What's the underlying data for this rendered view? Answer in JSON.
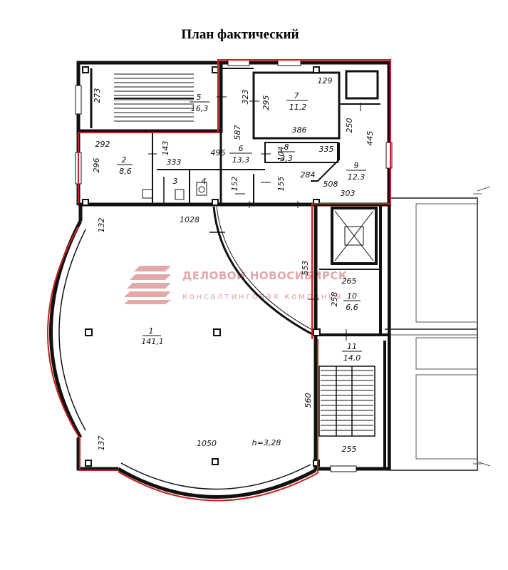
{
  "title": "План фактический",
  "watermark": {
    "line1": "ДЕЛОВОЙ НОВОСИБИРСК",
    "line2": "консалтинговая компания",
    "color": "#e3a9a9"
  },
  "highlight_color": "#cc1f1f",
  "rooms": [
    {
      "no": "1",
      "area": "141,1"
    },
    {
      "no": "2",
      "area": "8,6"
    },
    {
      "no": "3",
      "area": ""
    },
    {
      "no": "4",
      "area": ""
    },
    {
      "no": "5",
      "area": "16,3"
    },
    {
      "no": "6",
      "area": "13,3"
    },
    {
      "no": "7",
      "area": "11,2"
    },
    {
      "no": "8",
      "area": "3,3"
    },
    {
      "no": "9",
      "area": "12,3"
    },
    {
      "no": "10",
      "area": "6,6"
    },
    {
      "no": "11",
      "area": "14,0"
    }
  ],
  "dimensions": [
    "273",
    "323",
    "295",
    "129",
    "587",
    "386",
    "250",
    "445",
    "292",
    "143",
    "296",
    "333",
    "496",
    "104",
    "335",
    "284",
    "508",
    "303",
    "155",
    "152",
    "132",
    "1028",
    "553",
    "265",
    "258",
    "560",
    "255",
    "137",
    "1050"
  ],
  "height_label": "h=3,28"
}
